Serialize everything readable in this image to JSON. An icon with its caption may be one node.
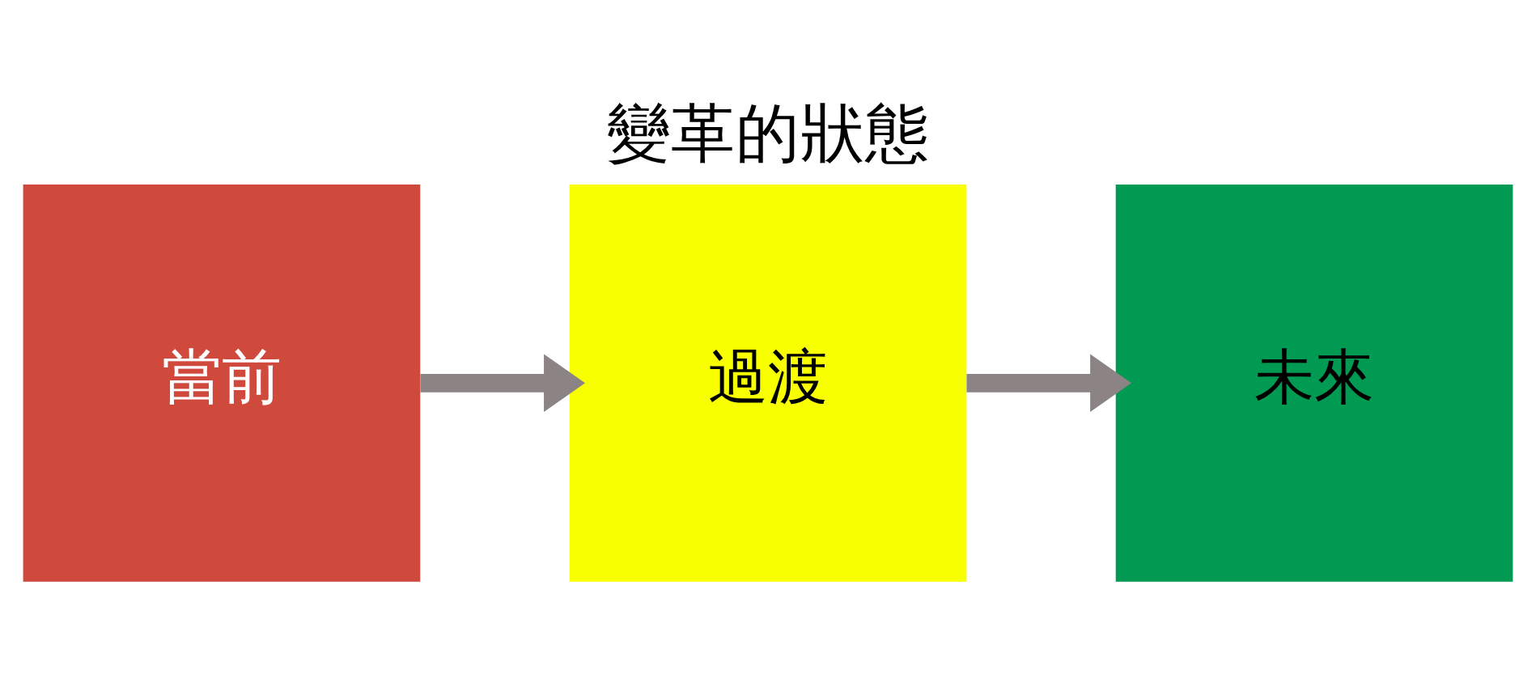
{
  "diagram": {
    "title": "變革的狀態",
    "nodes": [
      {
        "text": [
          "當前"
        ]
      },
      {
        "text": [
          "過渡"
        ]
      },
      {
        "text": [
          "未來"
        ]
      }
    ],
    "edges": [
      {
        "from": 0,
        "to": 1,
        "arrow": "to"
      },
      {
        "from": 1,
        "to": 2,
        "arrow": "to"
      }
    ]
  }
}
